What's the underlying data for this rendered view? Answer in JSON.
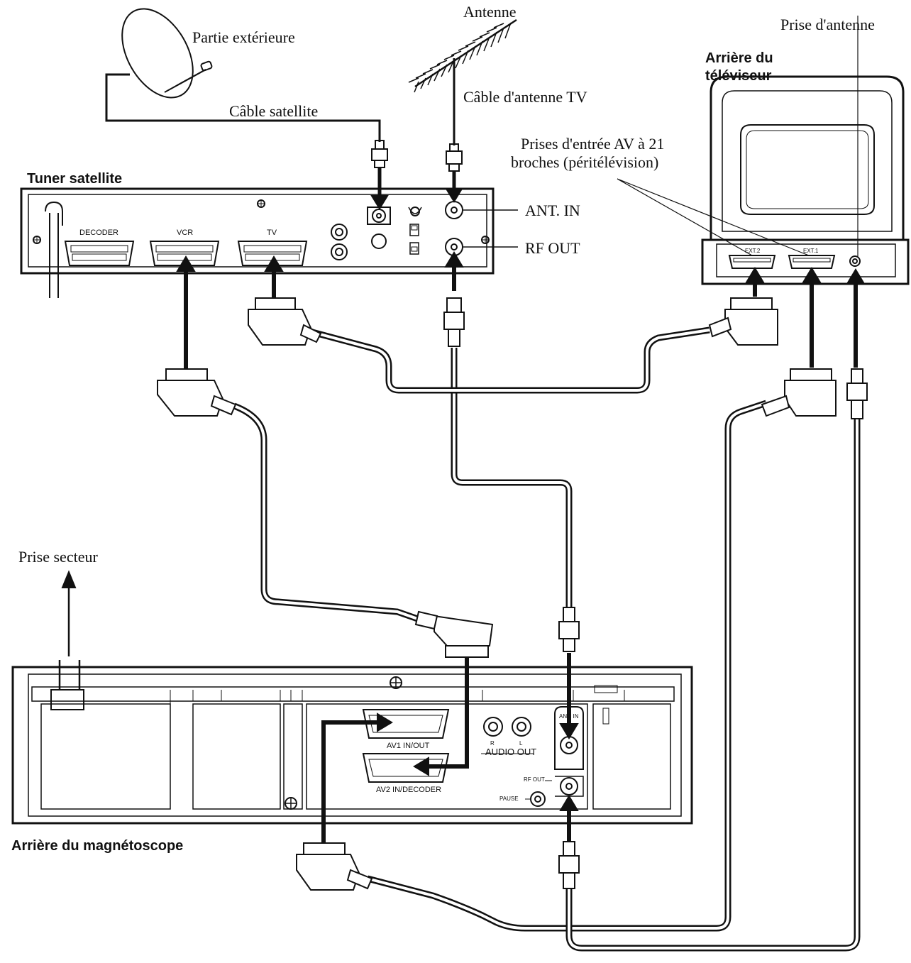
{
  "labels": {
    "outdoor_unit": "Partie extérieure",
    "antenna": "Antenne",
    "antenna_socket": "Prise d'antenne",
    "satellite_cable": "Câble satellite",
    "tv_antenna_cable": "Câble d'antenne TV",
    "tv_rear_line1": "Arrière du",
    "tv_rear_line2": "téléviseur",
    "scart_line1": "Prises d'entrée AV à 21",
    "scart_line2": "broches (péritélévision)",
    "tuner": "Tuner satellite",
    "ant_in": "ANT. IN",
    "rf_out": "RF OUT",
    "mains_socket": "Prise secteur",
    "vcr_rear": "Arrière du magnétoscope"
  },
  "tuner_ports": {
    "decoder": "DECODER",
    "vcr": "VCR",
    "tv": "TV"
  },
  "tv_ports": {
    "ext2": "EXT.2",
    "ext1": "EXT.1"
  },
  "vcr_ports": {
    "av1": "AV1 IN/OUT",
    "av2": "AV2 IN/DECODER",
    "audio_r": "R",
    "audio_l": "L",
    "audio_out": "AUDIO OUT",
    "ant_in": "ANT. IN",
    "rf_out": "RF OUT",
    "pause": "PAUSE"
  }
}
